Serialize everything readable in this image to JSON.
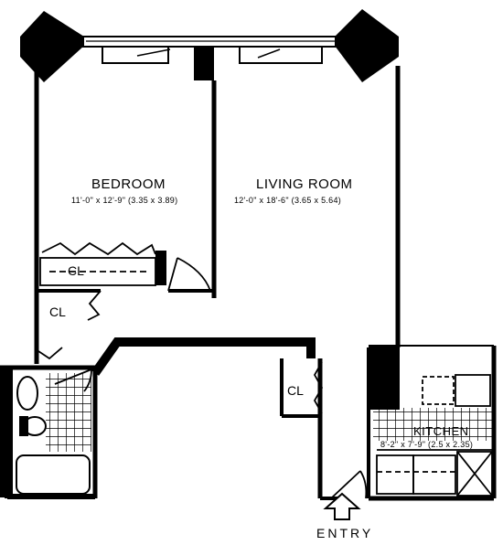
{
  "rooms": {
    "bedroom": {
      "name": "BEDROOM",
      "dims": "11'-0\" x 12'-9\" (3.35 x 3.89)"
    },
    "living_room": {
      "name": "LIVING ROOM",
      "dims": "12'-0\" x 18'-6\" (3.65 x 5.64)"
    },
    "kitchen": {
      "name": "KITCHEN",
      "dims": "8'-2\" x 7'-9\" (2.5 x 2.35)"
    }
  },
  "closets": {
    "bedroom": "CL",
    "hall": "CL",
    "living": "CL"
  },
  "entry": {
    "label": "ENTRY"
  }
}
